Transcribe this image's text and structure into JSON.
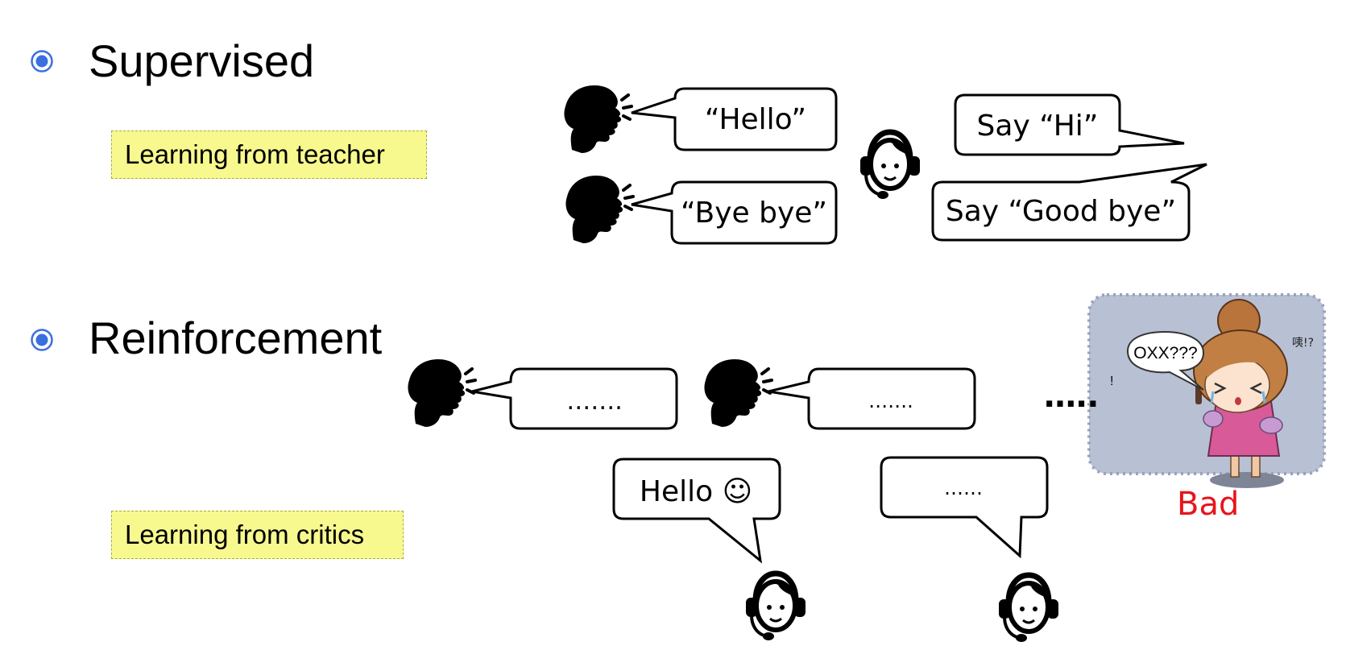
{
  "sections": [
    {
      "title": "Supervised",
      "note": "Learning from teacher"
    },
    {
      "title": "Reinforcement",
      "note": "Learning from critics"
    }
  ],
  "supervised_dialogue": {
    "user_bubbles": [
      "“Hello”",
      "“Bye bye”"
    ],
    "teacher_bubbles": [
      "Say “Hi”",
      "Say “Good bye”"
    ]
  },
  "reinforcement_dialogue": {
    "user_bubbles": [
      "…….",
      "……."
    ],
    "agent_bubbles": [
      "Hello ☺",
      "……"
    ],
    "trailing": "…..",
    "critic": {
      "speech": "OXX???",
      "mark": "!",
      "side_text": "咦!?",
      "verdict": "Bad",
      "verdict_color": "#e8141b"
    }
  },
  "colors": {
    "bullet": "#3b6fe0",
    "note_background": "#f7f98f",
    "critic_background": "#b8c0d4"
  },
  "icons": [
    "bullet-icon",
    "speaking-head-icon",
    "headset-agent-icon",
    "anime-critic-girl-image"
  ]
}
